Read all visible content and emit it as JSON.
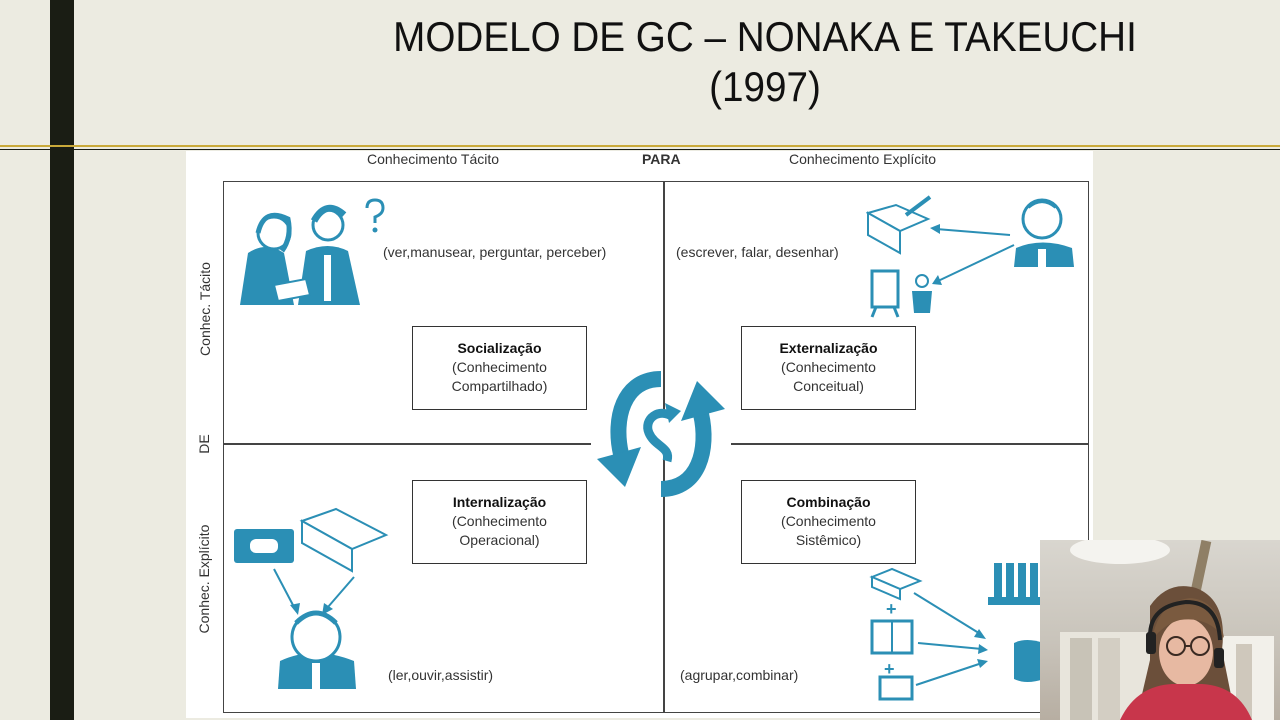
{
  "title": {
    "line1": "MODELO DE GC – NONAKA E TAKEUCHI",
    "line2": "(1997)"
  },
  "diagram": {
    "header_left": "Conhecimento Tácito",
    "header_center": "PARA",
    "header_right": "Conhecimento Explícito",
    "side_top": "Conhec. Tácito",
    "side_middle": "DE",
    "side_bottom": "Conhec. Explícito",
    "quadrants": [
      {
        "name": "Socialização",
        "subtitle_line1": "(Conhecimento",
        "subtitle_line2": "Compartilhado)",
        "activities": "(ver,manusear, perguntar, perceber)"
      },
      {
        "name": "Externalização",
        "subtitle_line1": "(Conhecimento",
        "subtitle_line2": "Conceitual)",
        "activities": "(escrever, falar, desenhar)"
      },
      {
        "name": "Internalização",
        "subtitle_line1": "(Conhecimento",
        "subtitle_line2": "Operacional)",
        "activities": "(ler,ouvir,assistir)"
      },
      {
        "name": "Combinação",
        "subtitle_line1": "(Conhecimento",
        "subtitle_line2": "Sistêmico)",
        "activities": "(agrupar,combinar)"
      }
    ],
    "accent_color": "#2b8fb5",
    "cycle_icon": "circular-arrows-icon"
  },
  "webcam": {
    "icon": "person-with-headset"
  }
}
